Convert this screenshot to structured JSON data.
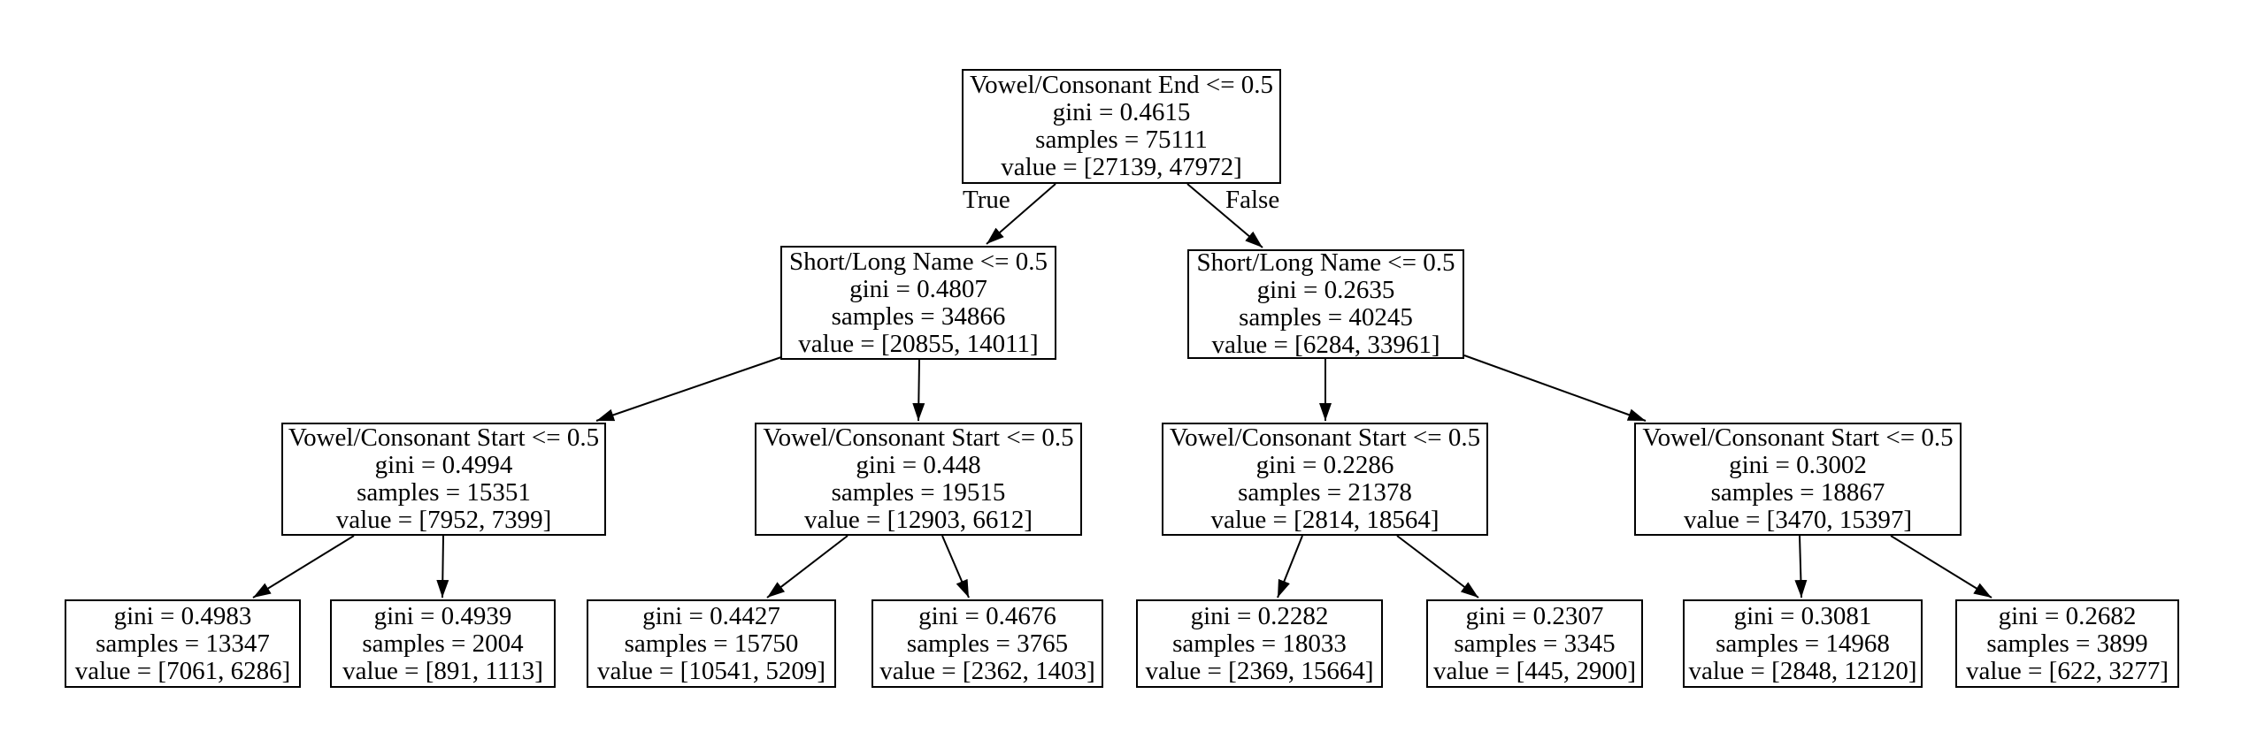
{
  "diagram": {
    "type": "decision-tree",
    "true_label": "True",
    "false_label": "False",
    "nodes": [
      {
        "id": "root",
        "condition": "Vowel/Consonant End <= 0.5",
        "gini": "gini = 0.4615",
        "samples": "samples = 75111",
        "value": "value = [27139, 47972]"
      },
      {
        "id": "left",
        "condition": "Short/Long Name <= 0.5",
        "gini": "gini = 0.4807",
        "samples": "samples = 34866",
        "value": "value = [20855, 14011]"
      },
      {
        "id": "right",
        "condition": "Short/Long Name <= 0.5",
        "gini": "gini = 0.2635",
        "samples": "samples = 40245",
        "value": "value = [6284, 33961]"
      },
      {
        "id": "left-left",
        "condition": "Vowel/Consonant Start <= 0.5",
        "gini": "gini = 0.4994",
        "samples": "samples = 15351",
        "value": "value = [7952, 7399]"
      },
      {
        "id": "left-right",
        "condition": "Vowel/Consonant Start <= 0.5",
        "gini": "gini = 0.448",
        "samples": "samples = 19515",
        "value": "value = [12903, 6612]"
      },
      {
        "id": "right-left",
        "condition": "Vowel/Consonant Start <= 0.5",
        "gini": "gini = 0.2286",
        "samples": "samples = 21378",
        "value": "value = [2814, 18564]"
      },
      {
        "id": "right-right",
        "condition": "Vowel/Consonant Start <= 0.5",
        "gini": "gini = 0.3002",
        "samples": "samples = 18867",
        "value": "value = [3470, 15397]"
      },
      {
        "id": "leaf-1",
        "gini": "gini = 0.4983",
        "samples": "samples = 13347",
        "value": "value = [7061, 6286]"
      },
      {
        "id": "leaf-2",
        "gini": "gini = 0.4939",
        "samples": "samples = 2004",
        "value": "value = [891, 1113]"
      },
      {
        "id": "leaf-3",
        "gini": "gini = 0.4427",
        "samples": "samples = 15750",
        "value": "value = [10541, 5209]"
      },
      {
        "id": "leaf-4",
        "gini": "gini = 0.4676",
        "samples": "samples = 3765",
        "value": "value = [2362, 1403]"
      },
      {
        "id": "leaf-5",
        "gini": "gini = 0.2282",
        "samples": "samples = 18033",
        "value": "value = [2369, 15664]"
      },
      {
        "id": "leaf-6",
        "gini": "gini = 0.2307",
        "samples": "samples = 3345",
        "value": "value = [445, 2900]"
      },
      {
        "id": "leaf-7",
        "gini": "gini = 0.3081",
        "samples": "samples = 14968",
        "value": "value = [2848, 12120]"
      },
      {
        "id": "leaf-8",
        "gini": "gini = 0.2682",
        "samples": "samples = 3899",
        "value": "value = [622, 3277]"
      }
    ],
    "edges": [
      {
        "from": "root",
        "to": "left",
        "label": "True"
      },
      {
        "from": "root",
        "to": "right",
        "label": "False"
      },
      {
        "from": "left",
        "to": "left-left"
      },
      {
        "from": "left",
        "to": "left-right"
      },
      {
        "from": "right",
        "to": "right-left"
      },
      {
        "from": "right",
        "to": "right-right"
      },
      {
        "from": "left-left",
        "to": "leaf-1"
      },
      {
        "from": "left-left",
        "to": "leaf-2"
      },
      {
        "from": "left-right",
        "to": "leaf-3"
      },
      {
        "from": "left-right",
        "to": "leaf-4"
      },
      {
        "from": "right-left",
        "to": "leaf-5"
      },
      {
        "from": "right-left",
        "to": "leaf-6"
      },
      {
        "from": "right-right",
        "to": "leaf-7"
      },
      {
        "from": "right-right",
        "to": "leaf-8"
      }
    ]
  }
}
